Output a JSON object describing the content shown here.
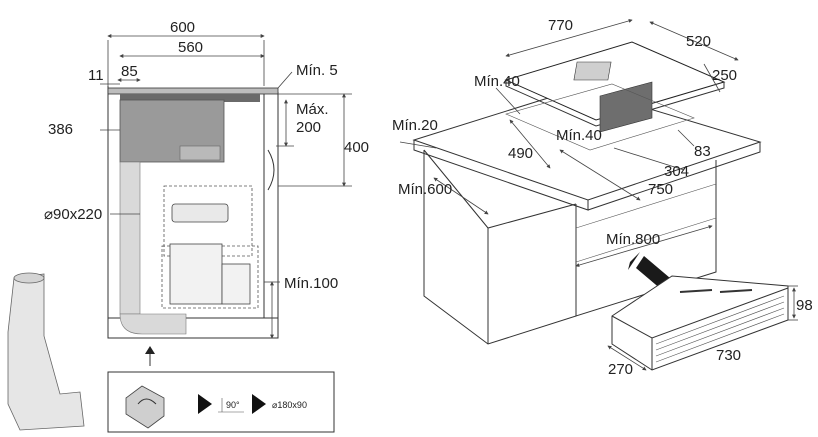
{
  "left_view": {
    "dim_600": "600",
    "dim_560": "560",
    "dim_11": "11",
    "dim_85": "85",
    "dim_386": "386",
    "dim_min5": "Mín. 5",
    "dim_max200_line1": "Máx.",
    "dim_max200_line2": "200",
    "dim_400": "400",
    "dim_duct": "⌀90x220",
    "dim_min100": "Mín.100"
  },
  "accessory": {
    "angle_label": "90°",
    "duct_label": "⌀180x90"
  },
  "right_view": {
    "dim_770": "770",
    "dim_520": "520",
    "dim_250": "250",
    "dim_min40_top": "Mín.40",
    "dim_min20": "Mín.20",
    "dim_490": "490",
    "dim_min40_inner": "Mín.40",
    "dim_83": "83",
    "dim_304": "304",
    "dim_750": "750",
    "dim_min600": "Mín.600",
    "dim_min800": "Mín.800",
    "dim_98": "98",
    "dim_270": "270",
    "dim_730": "730"
  }
}
